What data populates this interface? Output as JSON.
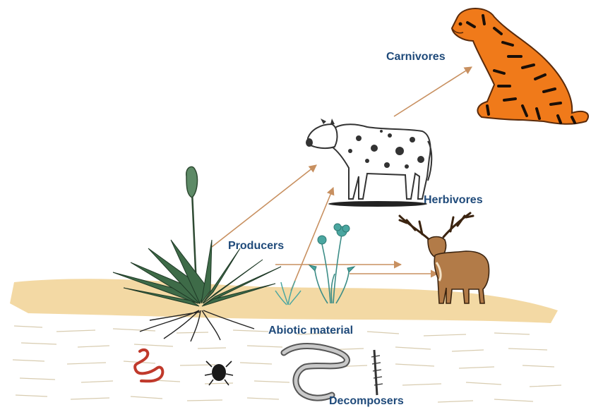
{
  "labels": {
    "carnivores": "Carnivores",
    "herbivores": "Herbivores",
    "producers": "Producers",
    "abiotic": "Abiotic material",
    "decomposers": "Decomposers"
  },
  "colors": {
    "label_text": "#1f4a7a",
    "arrow": "#c89060",
    "sand": "#f3d9a4",
    "soil_lines": "#d8ccb0",
    "tiger_orange": "#f07a1a",
    "deer_brown": "#b27b48",
    "grass_green": "#3e6b48",
    "flower_teal": "#4aa6a0",
    "worm_red": "#c0392b"
  },
  "icons": [
    "tiger-icon",
    "cow-icon",
    "deer-icon",
    "agave-plant-icon",
    "flower-plant-icon",
    "worm-icon",
    "beetle-icon",
    "snake-worm-icon",
    "insect-larva-icon"
  ]
}
